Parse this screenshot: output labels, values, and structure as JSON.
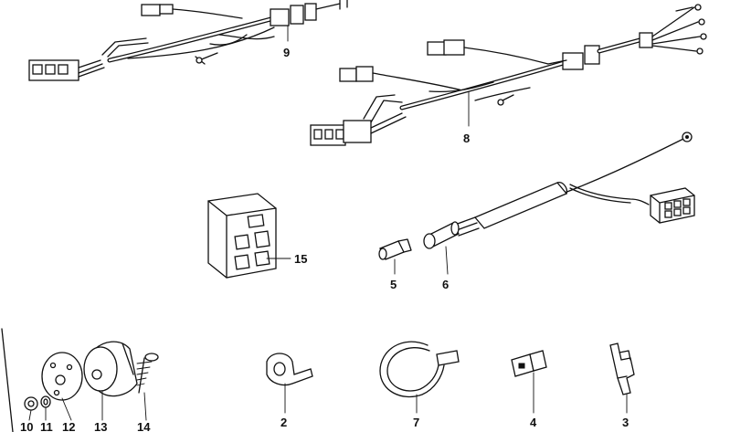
{
  "callouts": [
    {
      "id": "c9",
      "label": "9"
    },
    {
      "id": "c8",
      "label": "8"
    },
    {
      "id": "c15",
      "label": "15"
    },
    {
      "id": "c5",
      "label": "5"
    },
    {
      "id": "c6",
      "label": "6"
    },
    {
      "id": "c10",
      "label": "10"
    },
    {
      "id": "c11",
      "label": "11"
    },
    {
      "id": "c12",
      "label": "12"
    },
    {
      "id": "c13",
      "label": "13"
    },
    {
      "id": "c14",
      "label": "14"
    },
    {
      "id": "c2",
      "label": "2"
    },
    {
      "id": "c7",
      "label": "7"
    },
    {
      "id": "c4",
      "label": "4"
    },
    {
      "id": "c3",
      "label": "3"
    }
  ]
}
